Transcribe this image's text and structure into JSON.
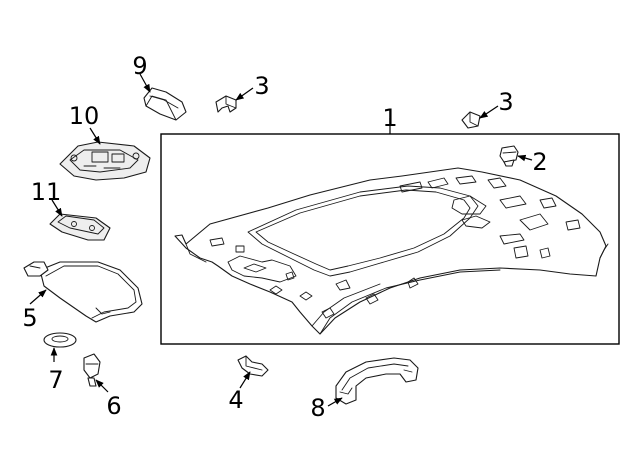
{
  "diagram": {
    "callouts": [
      {
        "id": "c1",
        "text": "1"
      },
      {
        "id": "c2",
        "text": "2"
      },
      {
        "id": "c3a",
        "text": "3"
      },
      {
        "id": "c3b",
        "text": "3"
      },
      {
        "id": "c4",
        "text": "4"
      },
      {
        "id": "c5",
        "text": "5"
      },
      {
        "id": "c6",
        "text": "6"
      },
      {
        "id": "c7",
        "text": "7"
      },
      {
        "id": "c8",
        "text": "8"
      },
      {
        "id": "c9",
        "text": "9"
      },
      {
        "id": "c10",
        "text": "10"
      },
      {
        "id": "c11",
        "text": "11"
      }
    ],
    "colors": {
      "line": "#1a1a1a",
      "background": "#ffffff",
      "fill": "#eeeeee"
    }
  }
}
